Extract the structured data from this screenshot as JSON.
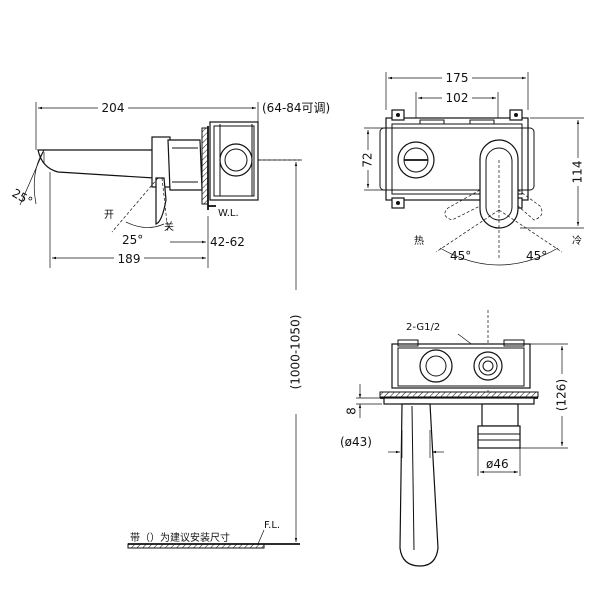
{
  "side_view": {
    "dim_total_length": "204",
    "dim_adjust_range": "(64-84可调)",
    "dim_angle_top": "25°",
    "label_open": "开",
    "label_close": "关",
    "dim_angle_bottom": "25°",
    "dim_wall_depth": "42-62",
    "dim_spout_length": "189",
    "label_wall": "W.L.",
    "dim_height": "(1000-1050)",
    "label_floor": "F.L.",
    "note_brackets": "带（）为建议安装尺寸"
  },
  "front_view": {
    "dim_box_width": "175",
    "dim_inlet_spacing": "102",
    "dim_box_height": "72",
    "dim_outer_height": "114",
    "label_hot": "热",
    "label_cold": "冷",
    "dim_angle_left": "45°",
    "dim_angle_right": "45°"
  },
  "bottom_view": {
    "label_thread": "2-G1/2",
    "dim_plate": "8",
    "dim_spout_dia": "(ø43)",
    "dim_body_height": "(126)",
    "dim_handle_dia": "ø46"
  }
}
